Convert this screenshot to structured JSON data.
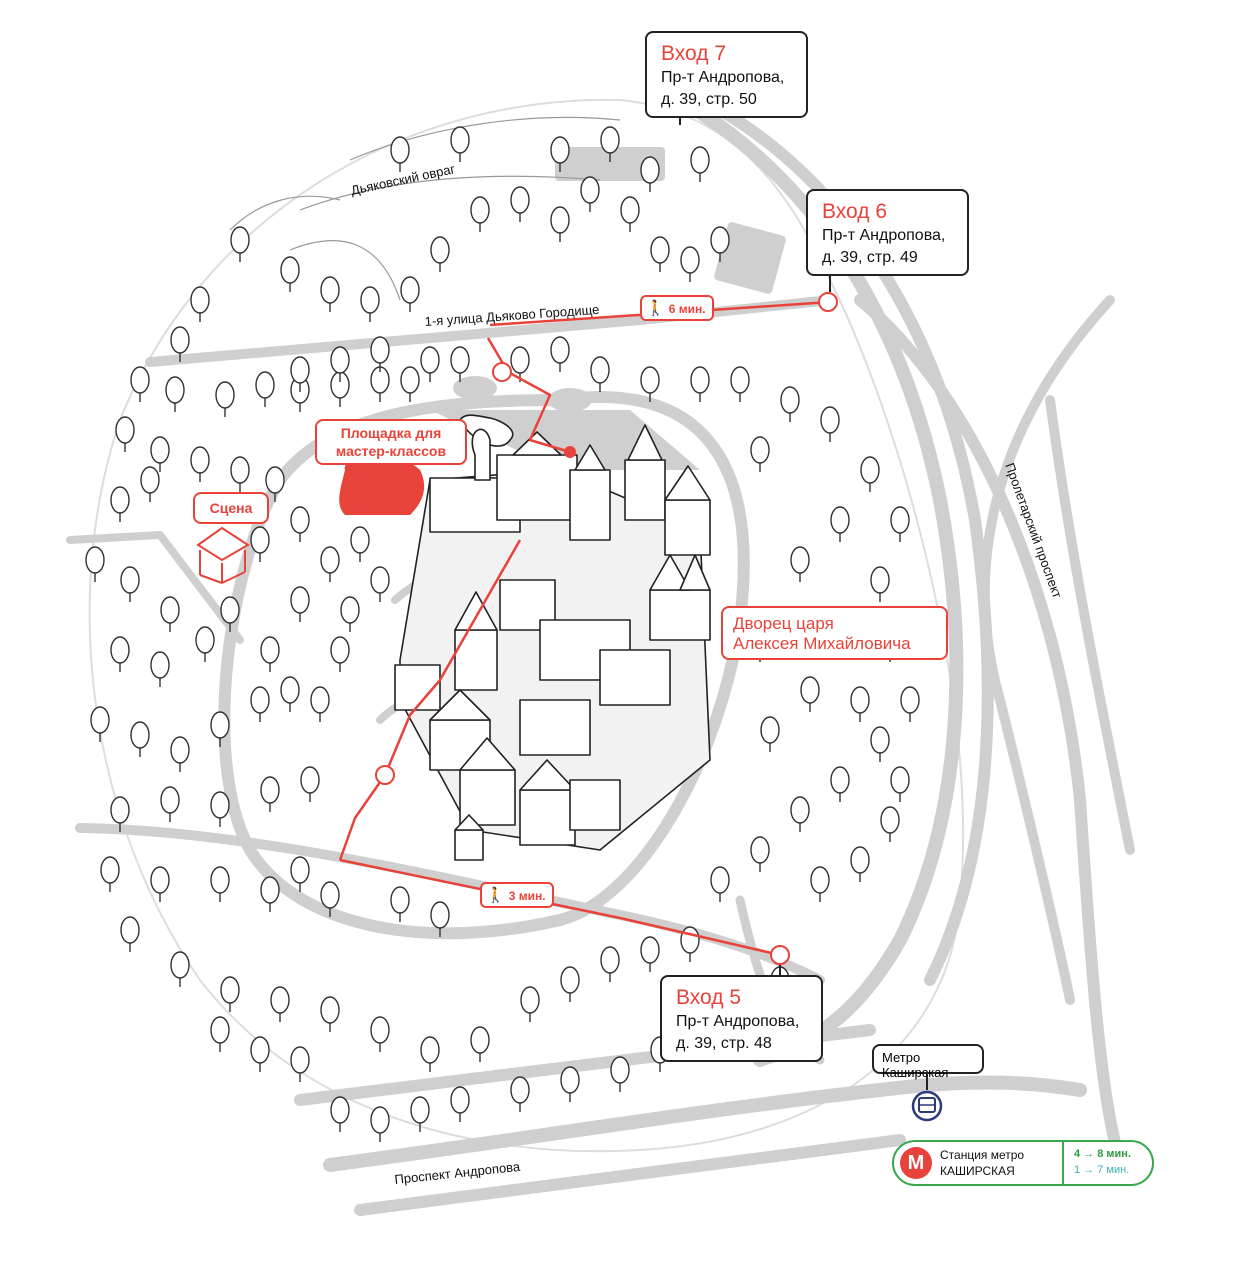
{
  "entrances": [
    {
      "title": "Вход 7",
      "address_line1": "Пр-т Андропова,",
      "address_line2": "д. 39, стр. 50"
    },
    {
      "title": "Вход 6",
      "address_line1": "Пр-т Андропова,",
      "address_line2": "д. 39, стр. 49"
    },
    {
      "title": "Вход 5",
      "address_line1": "Пр-т Андропова,",
      "address_line2": "д. 39, стр. 48"
    }
  ],
  "places": {
    "workshop": "Площадка для мастер-классов",
    "stage": "Сцена",
    "palace_line1": "Дворец царя",
    "palace_line2": "Алексея Михайловича"
  },
  "streets": {
    "ravine": "Дьяковский овраг",
    "street1": "1-я улица Дьяково Городище",
    "proletarsky": "Пролетарский проспект",
    "andropova": "Проспект Андропова"
  },
  "walk_times": {
    "to_entrance6": "6 мин.",
    "to_entrance5": "3 мин."
  },
  "metro": {
    "bus_stop_label": "Метро Каширская",
    "station_label": "Станция метро",
    "station_name": "КАШИРСКАЯ",
    "logo_letter": "М",
    "route_green": "4 →   8 мин.",
    "route_teal": "1 →   7 мин."
  },
  "colors": {
    "accent_red": "#e8433a",
    "road_grey": "#cfcfcf",
    "metro_green": "#39a84d",
    "metro_teal": "#3bb0b8"
  }
}
